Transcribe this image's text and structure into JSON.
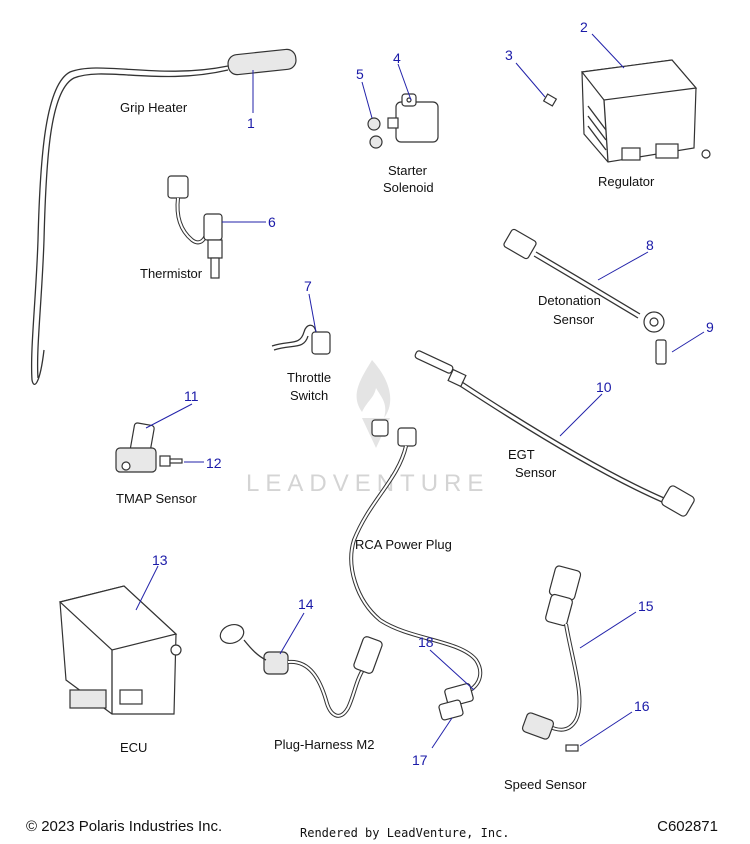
{
  "callouts": {
    "c1": "1",
    "c2": "2",
    "c3": "3",
    "c4": "4",
    "c5": "5",
    "c6": "6",
    "c7": "7",
    "c8": "8",
    "c9": "9",
    "c10": "10",
    "c11": "11",
    "c12": "12",
    "c13": "13",
    "c14": "14",
    "c15": "15",
    "c16": "16",
    "c17": "17",
    "c18": "18"
  },
  "labels": {
    "grip_heater": "Grip Heater",
    "starter_line1": "Starter",
    "starter_line2": "Solenoid",
    "regulator": "Regulator",
    "thermistor": "Thermistor",
    "detonation_line1": "Detonation",
    "detonation_line2": "Sensor",
    "throttle_line1": "Throttle",
    "throttle_line2": "Switch",
    "egt_line1": "EGT",
    "egt_line2": "Sensor",
    "tmap": "TMAP Sensor",
    "rca": "RCA Power Plug",
    "ecu": "ECU",
    "plug_harness": "Plug-Harness M2",
    "speed_sensor": "Speed Sensor"
  },
  "watermark": "LEADVENTURE",
  "footer": {
    "copyright": "© 2023 Polaris Industries Inc.",
    "rendered_by": "Rendered by LeadVenture, Inc.",
    "code": "C602871"
  },
  "colors": {
    "callout": "#1a1aa8",
    "leader": "#2222aa",
    "line_art": "#333333",
    "watermark": "#d4d4d4"
  }
}
